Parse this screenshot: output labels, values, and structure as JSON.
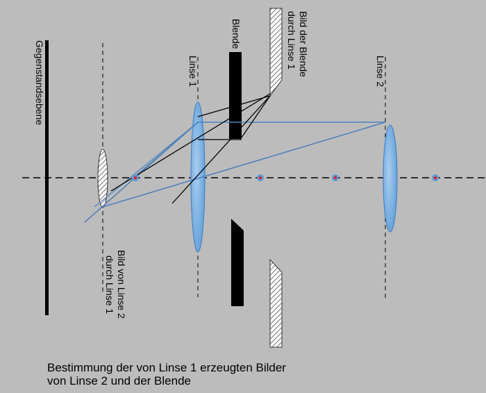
{
  "labels": {
    "object_plane": "Gegenstandsebene",
    "lens1": "Linse 1",
    "aperture": "Blende",
    "aperture_image_line1": "Bild der Blende",
    "aperture_image_line2": "durch Linse 1",
    "lens2": "Linse 2",
    "lens2_image_line1": "Bild von Linse 2",
    "lens2_image_line2": "durch Linse 1"
  },
  "caption": {
    "line1": "Bestimmung der von Linse 1 erzeugten Bilder",
    "line2": "von Linse 2 und der Blende"
  },
  "colors": {
    "background": "#bcbcbc",
    "lens_fill": "#5b9bd5",
    "ray_blue": "#4f81bd",
    "ray_black": "#000000",
    "focal_point": "#e02020"
  }
}
